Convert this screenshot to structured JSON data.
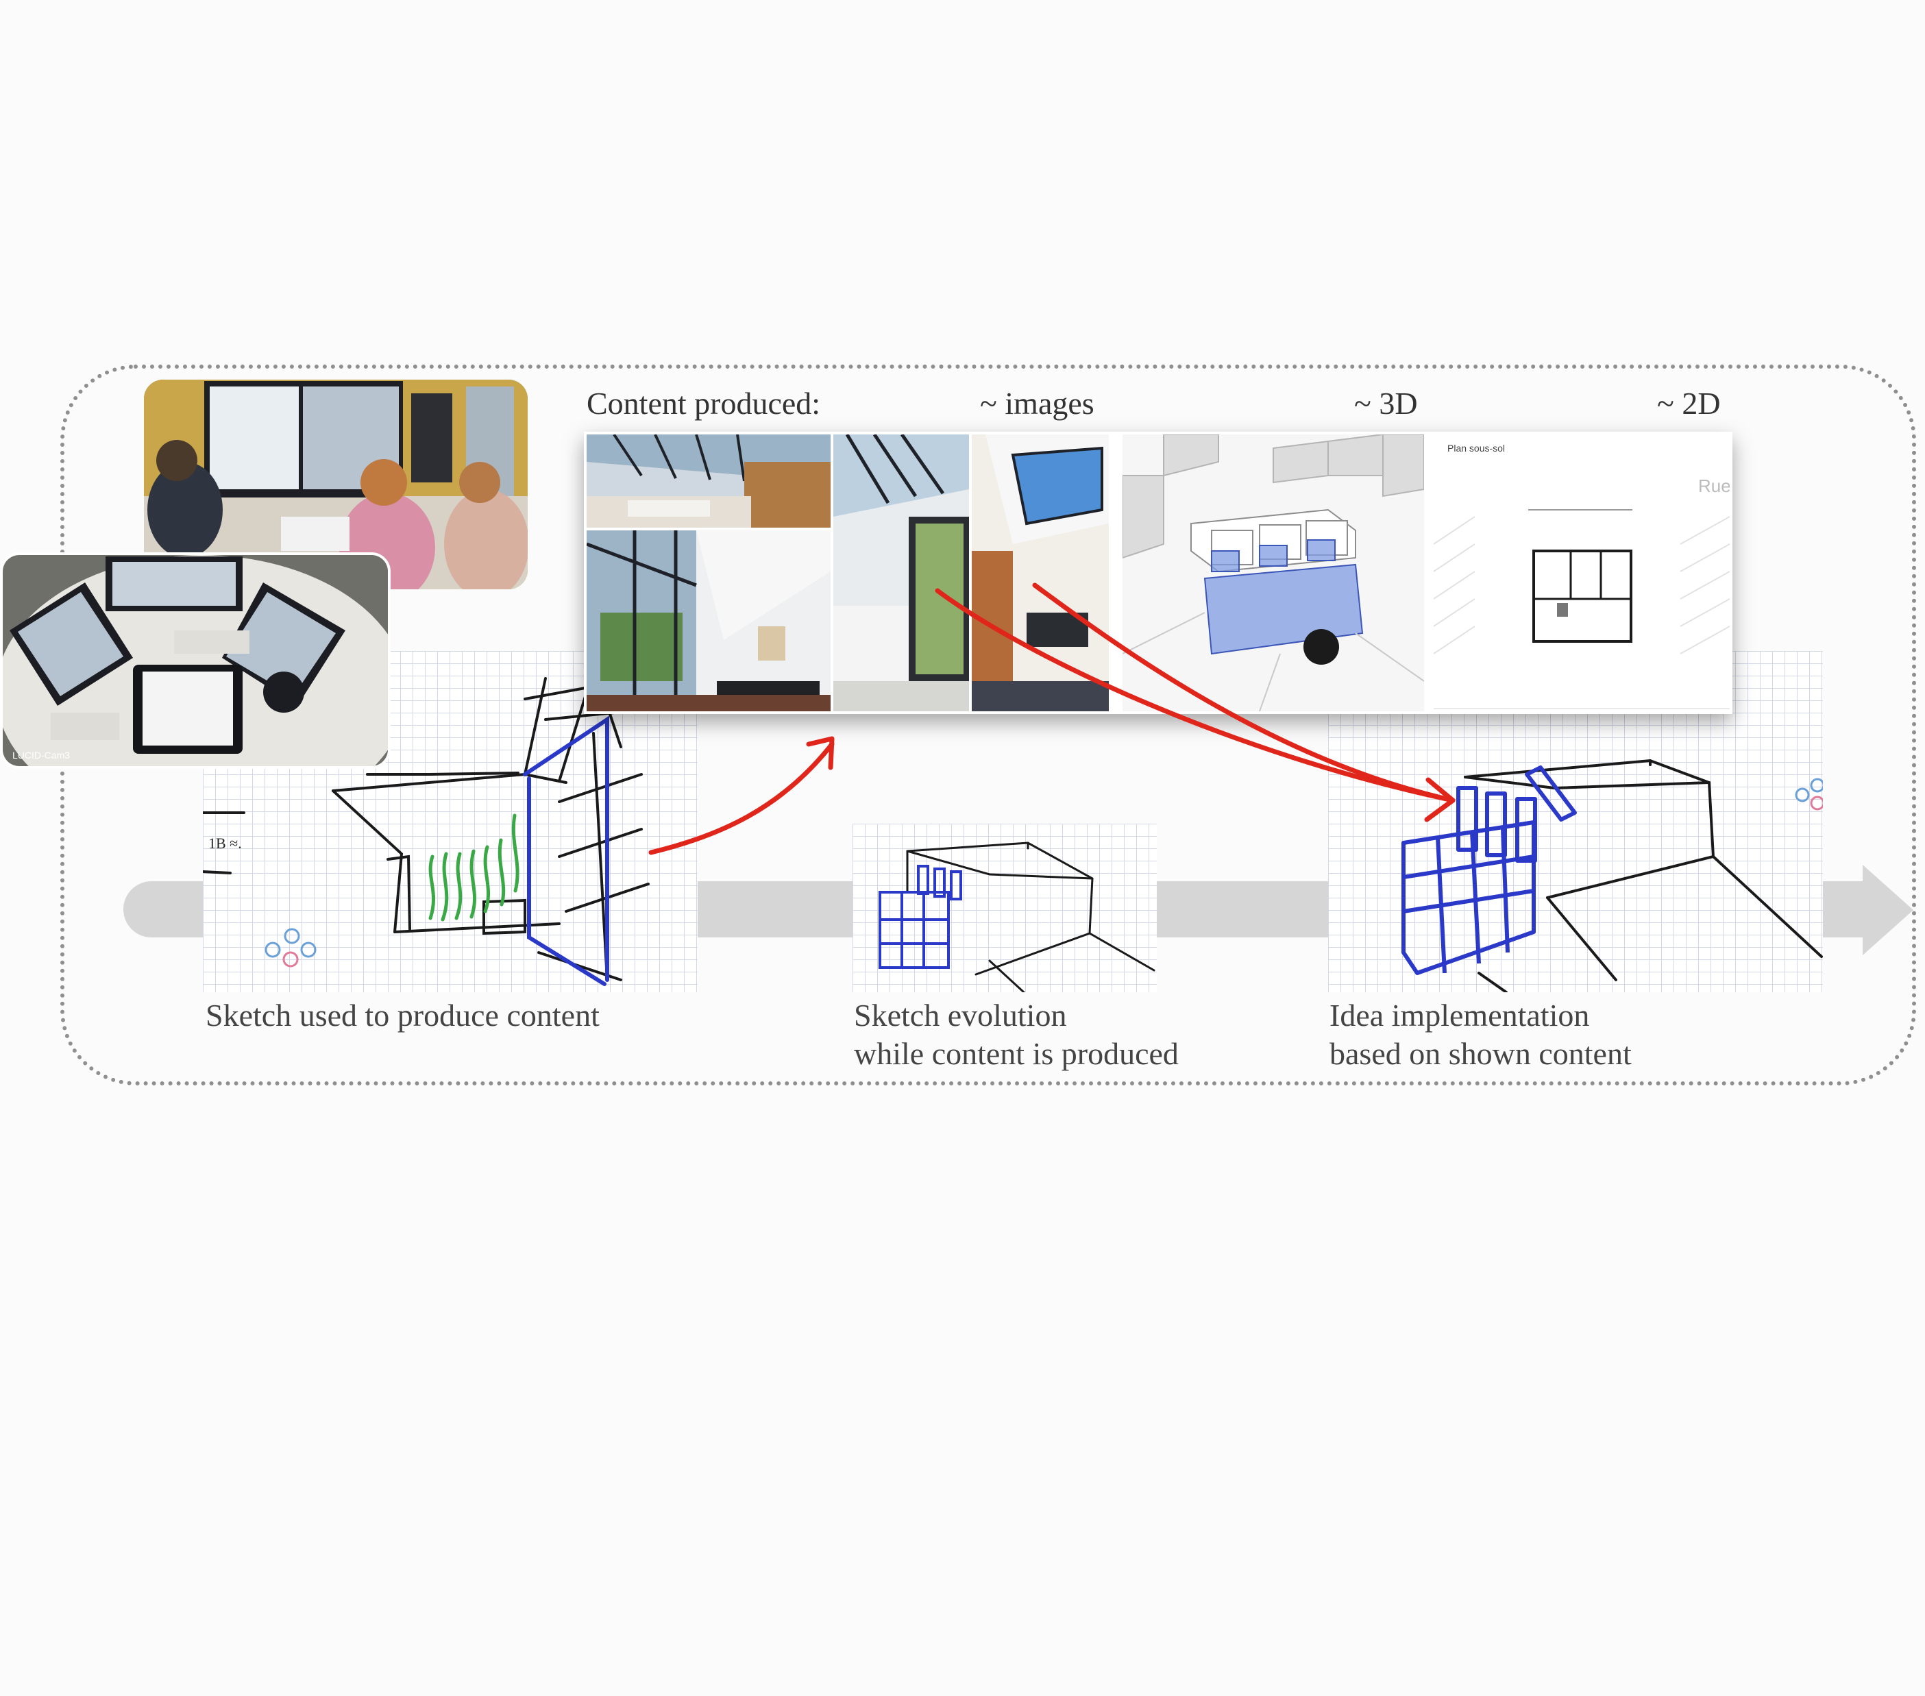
{
  "header": {
    "content_produced": "Content produced:",
    "images": "~ images",
    "three_d": "~ 3D",
    "two_d": "~ 2D"
  },
  "captions": {
    "step1": "Sketch used to produce content",
    "step2_line1": "Sketch evolution",
    "step2_line2": "while content is produced",
    "step3_line1": "Idea implementation",
    "step3_line2": "based on shown content"
  },
  "plan_labels": {
    "title": "Plan sous-sol",
    "street": "Rue"
  },
  "camera_label": "LUCID-Cam3",
  "colors": {
    "arrow": "#e0251b",
    "sketch_blue": "#2b39c9",
    "sketch_green": "#3aa845",
    "flow_bar": "#d6d6d6",
    "frame": "#8f8f8f"
  }
}
